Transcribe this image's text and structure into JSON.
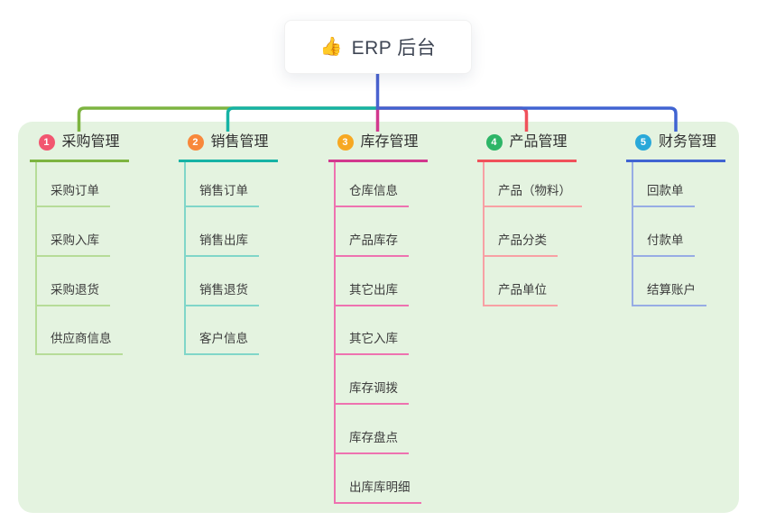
{
  "root": {
    "icon": "👍",
    "label": "ERP 后台"
  },
  "colors": {
    "panel_background": "#e4f3e0",
    "root_connector": "#4a63d0",
    "root_card_background": "#ffffff"
  },
  "branches": [
    {
      "num": "1",
      "label": "采购管理",
      "badge_color": "#f25670",
      "line_color": "#7db440",
      "child_line_color": "#b6dc98",
      "children": [
        "采购订单",
        "采购入库",
        "采购退货",
        "供应商信息"
      ]
    },
    {
      "num": "2",
      "label": "销售管理",
      "badge_color": "#f8883b",
      "line_color": "#16b3a5",
      "child_line_color": "#80d6c9",
      "children": [
        "销售订单",
        "销售出库",
        "销售退货",
        "客户信息"
      ]
    },
    {
      "num": "3",
      "label": "库存管理",
      "badge_color": "#f7a822",
      "line_color": "#d2388e",
      "child_line_color": "#ee72b0",
      "children": [
        "仓库信息",
        "产品库存",
        "其它出库",
        "其它入库",
        "库存调拨",
        "库存盘点",
        "出库库明细"
      ]
    },
    {
      "num": "4",
      "label": "产品管理",
      "badge_color": "#2db567",
      "line_color": "#f0515b",
      "child_line_color": "#f8a0a4",
      "children": [
        "产品（物料）",
        "产品分类",
        "产品单位"
      ]
    },
    {
      "num": "5",
      "label": "财务管理",
      "badge_color": "#29a8d9",
      "line_color": "#4064d2",
      "child_line_color": "#97ace4",
      "children": [
        "回款单",
        "付款单",
        "结算账户"
      ]
    }
  ]
}
